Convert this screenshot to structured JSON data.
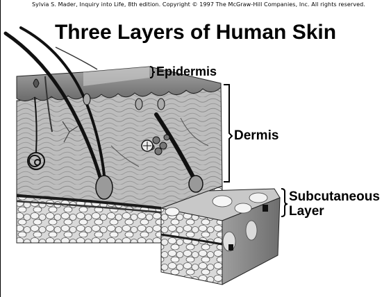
{
  "credit": "Sylvia S. Mader, Inquiry into Life, 8th edition. Copyright © 1997 The McGraw-Hill Companies, Inc. All rights reserved.",
  "title": "Three Layers of Human Skin",
  "labels": {
    "epidermis": "Epidermis",
    "dermis": "Dermis",
    "subcutaneous_line1": "Subcutaneous",
    "subcutaneous_line2": "Layer"
  },
  "colors": {
    "ink": "#000000",
    "background": "#ffffff",
    "dermis_fill": "#bdbdbd",
    "epidermis_fill": "#8a8a8a",
    "fat_fill": "#e6e6e6"
  }
}
